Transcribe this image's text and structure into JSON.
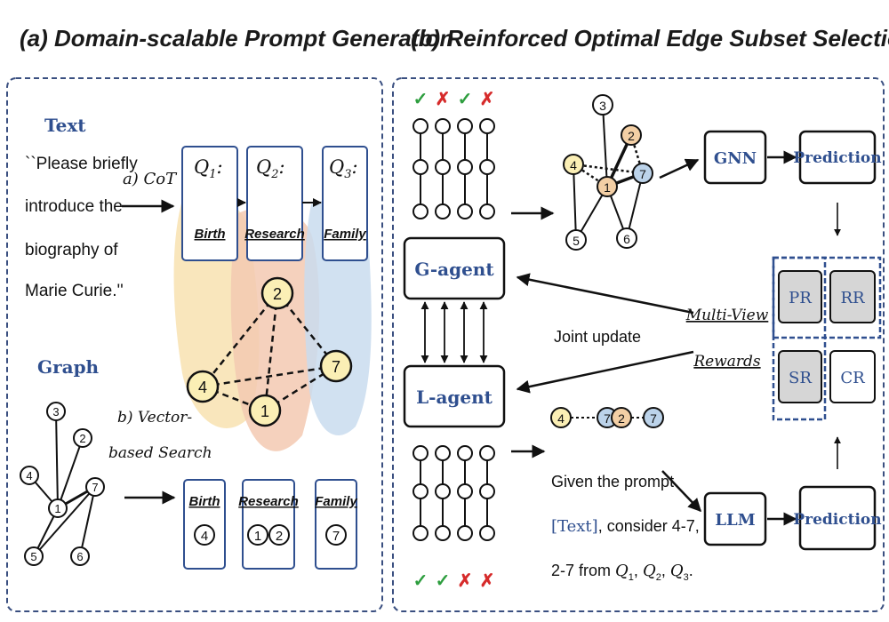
{
  "panel_a": {
    "title": "(a) Domain-scalable Prompt Generation",
    "text_heading": "Text",
    "text_lines": [
      "``Please briefly",
      "introduce the",
      "biography of",
      "Marie Curie.''"
    ],
    "cot_label": "a) CoT",
    "q_labels": [
      "Q",
      "Q",
      "Q"
    ],
    "q_subs": [
      "1",
      "2",
      "3"
    ],
    "q_words": [
      "Birth",
      "Research",
      "Family"
    ],
    "graph_heading": "Graph",
    "search_label_1": "b) Vector-",
    "search_label_2": "based Search",
    "small_graph_nodes": [
      "1",
      "2",
      "3",
      "4",
      "5",
      "6",
      "7"
    ],
    "sub_graph_nodes": [
      "2",
      "4",
      "1",
      "7"
    ],
    "result_titles": [
      "Birth",
      "Research",
      "Family"
    ],
    "result_nodes": [
      [
        "4"
      ],
      [
        "1",
        "2"
      ],
      [
        "7"
      ]
    ]
  },
  "panel_b": {
    "title": "(b) Reinforced Optimal Edge Subset Selection",
    "top_marks": [
      "✓",
      "✗",
      "✓",
      "✗"
    ],
    "bottom_marks": [
      "✓",
      "✓",
      "✗",
      "✗"
    ],
    "g_agent": "G-agent",
    "l_agent": "L-agent",
    "graph_nodes": [
      "3",
      "2",
      "4",
      "1",
      "7",
      "5",
      "6"
    ],
    "gnn": "GNN",
    "llm": "LLM",
    "prediction": "Prediction",
    "joint_update": "Joint update",
    "rewards_line1": "Multi-View",
    "rewards_line2": "Rewards",
    "rewards": [
      "PR",
      "RR",
      "SR",
      "CR"
    ],
    "pair1": [
      "4",
      "7"
    ],
    "pair2": [
      "2",
      "7"
    ],
    "prompt_lines": [
      "Given the prompt",
      "[Text], consider 4-7,",
      "2-7 from "
    ],
    "prompt_text_token": "[Text]",
    "prompt_q": [
      "Q",
      "Q",
      "Q"
    ],
    "prompt_q_subs": [
      "1",
      "2",
      "3"
    ]
  },
  "colors": {
    "accent_blue": "#2f4f8f",
    "dash_border": "#3a4f80",
    "node_orange": "#f3cfa5",
    "node_yellow": "#fbefb5",
    "node_blue": "#bcd3ea",
    "blob_yellow": "#f8e2b0",
    "blob_orange": "#f3c9b2",
    "blob_blue": "#c9dcef",
    "check_green": "#2e9e3f",
    "cross_red": "#d62b2b",
    "reward_fill": "#d6d6d6"
  }
}
